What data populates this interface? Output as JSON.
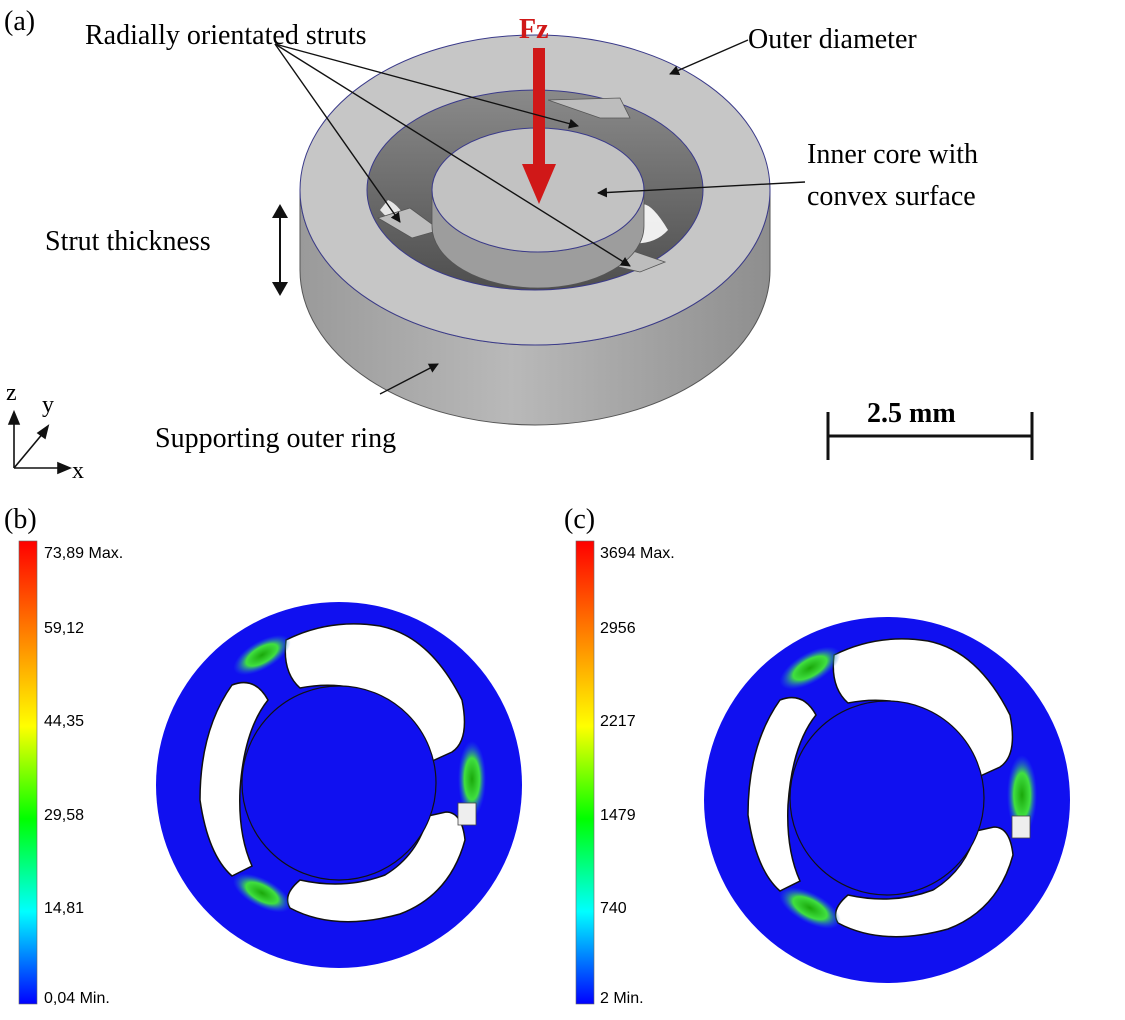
{
  "panels": {
    "a": {
      "label": "(a)",
      "annotations": {
        "radial_struts": "Radially orientated struts",
        "force": "Fz",
        "outer_diameter": "Outer diameter",
        "inner_core_line1": "Inner core with",
        "inner_core_line2": "convex surface",
        "strut_thickness": "Strut thickness",
        "supporting_ring": "Supporting outer ring",
        "scale_bar": "2.5 mm"
      },
      "axes": {
        "z": "z",
        "y": "y",
        "x": "x"
      }
    },
    "b": {
      "label": "(b)",
      "colorbar": {
        "max_label": "73,89 Max.",
        "ticks": [
          "59,12",
          "44,35",
          "29,58",
          "14,81"
        ],
        "min_label": "0,04 Min.",
        "values": [
          73.89,
          59.12,
          44.35,
          29.58,
          14.81,
          0.04
        ]
      }
    },
    "c": {
      "label": "(c)",
      "colorbar": {
        "max_label": "3694 Max.",
        "ticks": [
          "2956",
          "2217",
          "1479",
          "740"
        ],
        "min_label": "2 Min.",
        "values": [
          3694,
          2956,
          2217,
          1479,
          740,
          2
        ]
      }
    }
  },
  "colors": {
    "ring_top": "#c3c3c3",
    "ring_side": "#a8a8a8",
    "cavity": "#6e6e6e",
    "force_arrow": "#d01818",
    "fem_blue": "#1010f0",
    "fem_green": "#30c030",
    "colorbar_stops": [
      "#ff0000",
      "#ff8000",
      "#ffff00",
      "#00ff00",
      "#00ffff",
      "#0000ff"
    ]
  }
}
